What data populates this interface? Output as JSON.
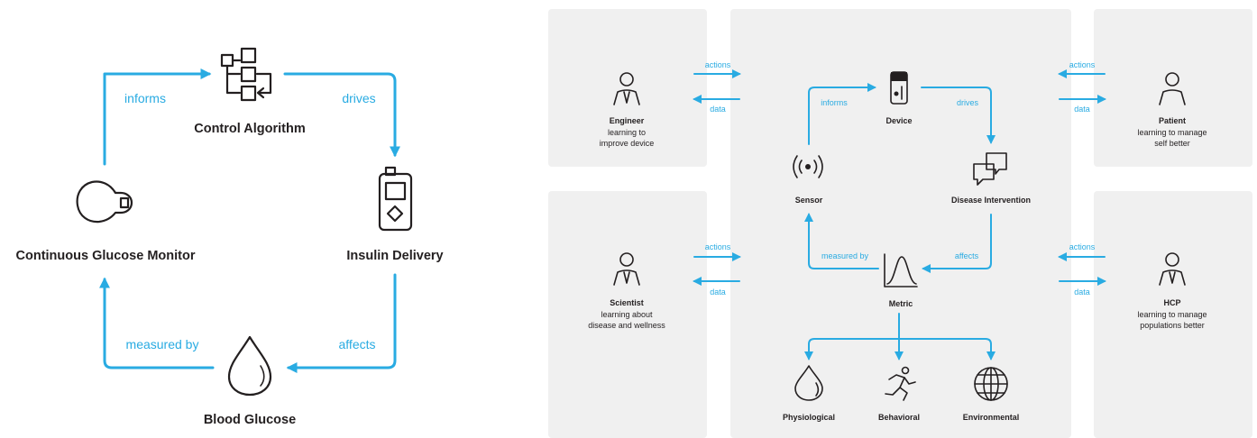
{
  "colors": {
    "accent": "#29abe2",
    "panel": "#f0f0f0",
    "ink": "#231f20"
  },
  "left": {
    "nodes": {
      "control_algorithm": "Control Algorithm",
      "insulin_delivery": "Insulin Delivery",
      "blood_glucose": "Blood Glucose",
      "cgm": "Continuous Glucose Monitor"
    },
    "edges": {
      "informs": "informs",
      "drives": "drives",
      "affects": "affects",
      "measured_by": "measured by"
    },
    "icons": [
      "flowchart-icon",
      "insulin-pump-icon",
      "drop-icon",
      "cgm-sensor-icon"
    ]
  },
  "right": {
    "center": {
      "nodes": {
        "device": "Device",
        "sensor": "Sensor",
        "disease_intervention": "Disease Intervention",
        "metric": "Metric"
      },
      "edges": {
        "informs": "informs",
        "drives": "drives",
        "affects": "affects",
        "measured_by": "measured by"
      },
      "categories": [
        "Physiological",
        "Behavioral",
        "Environmental"
      ]
    },
    "actors": [
      {
        "role": "Engineer",
        "desc": [
          "learning to",
          "improve device"
        ]
      },
      {
        "role": "Scientist",
        "desc": [
          "learning about",
          "disease and wellness"
        ]
      },
      {
        "role": "Patient",
        "desc": [
          "learning to manage",
          "self better"
        ]
      },
      {
        "role": "HCP",
        "desc": [
          "learning to manage",
          "populations better"
        ]
      }
    ],
    "arrow_labels": {
      "actions": "actions",
      "data": "data"
    }
  }
}
